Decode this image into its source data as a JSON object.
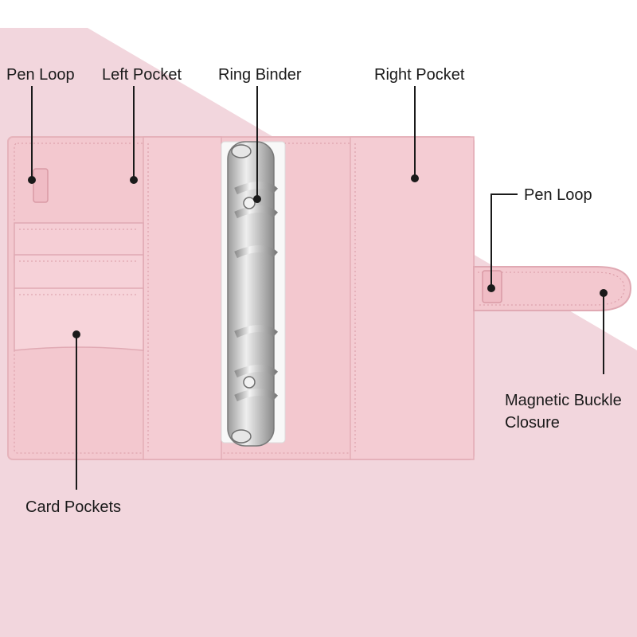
{
  "callouts": {
    "pen_loop_left": "Pen Loop",
    "left_pocket": "Left Pocket",
    "ring_binder": "Ring Binder",
    "right_pocket": "Right Pocket",
    "pen_loop_right": "Pen Loop",
    "magnetic_buckle_line1": "Magnetic Buckle",
    "magnetic_buckle_line2": "Closure",
    "card_pockets": "Card Pockets"
  },
  "colors": {
    "background_pink": "#f2d6dd",
    "binder_pink": "#f3c8cf",
    "binder_edge": "#e6b3bb",
    "stitch": "#d99aa5",
    "metal": "#d8d8d8",
    "leader_line": "#1a1a1a"
  }
}
